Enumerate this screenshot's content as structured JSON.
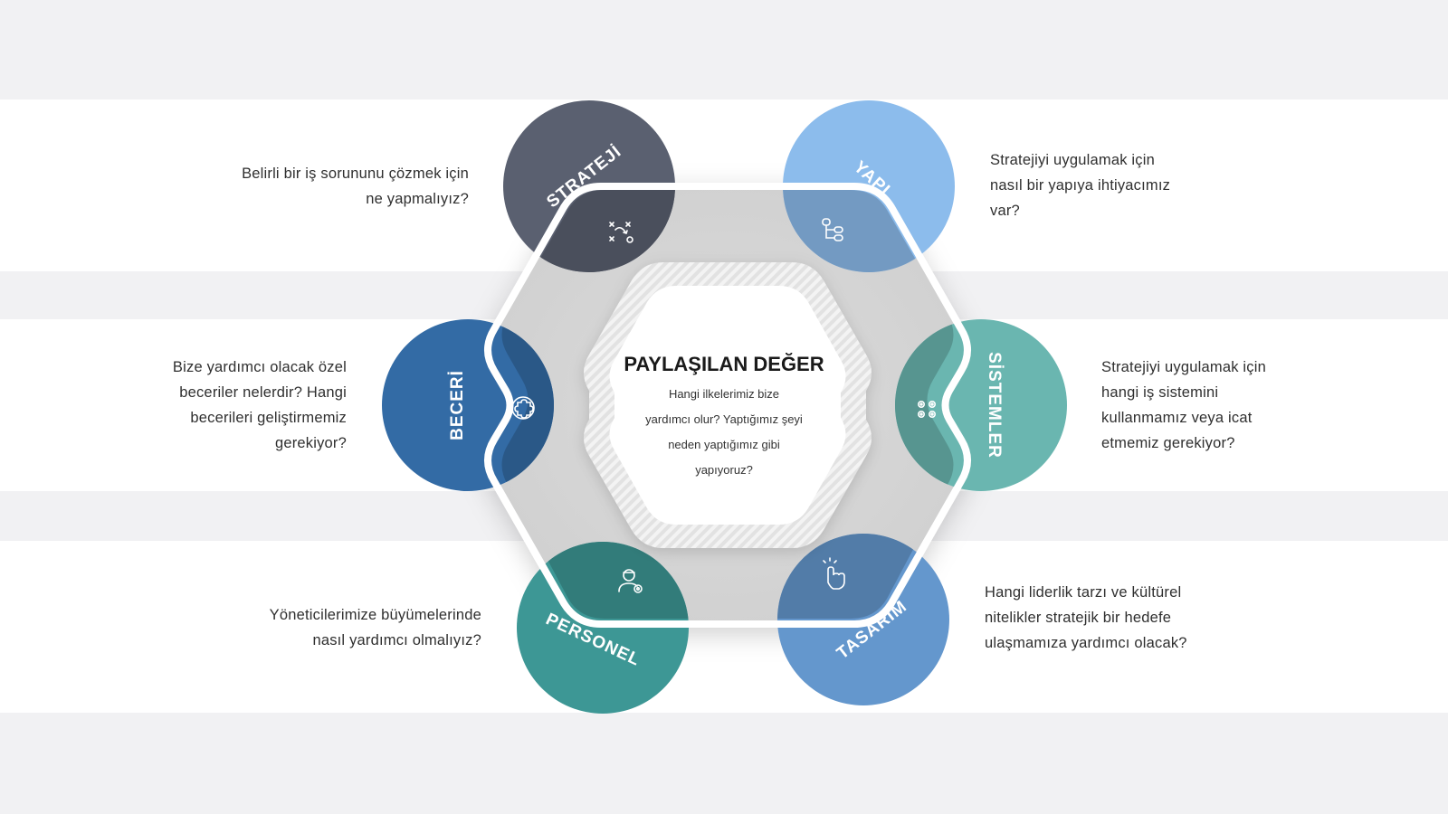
{
  "center": {
    "title": "PAYLAŞILAN DEĞER",
    "lines": [
      "Hangi ilkelerimiz bize",
      "yardımcı olur? Yaptığımız şeyi",
      "neden yaptığımız gibi",
      "yapıyoruz?"
    ]
  },
  "segments": [
    {
      "id": "strateji",
      "label": "STRATEJİ",
      "icon": "strategy-icon",
      "color": "#5a6070",
      "description": [
        "Belirli bir iş sorununu çözmek için",
        "ne yapmalıyız?"
      ]
    },
    {
      "id": "yapi",
      "label": "YAPI",
      "icon": "structure-icon",
      "color": "#8cbcec",
      "description": [
        "Stratejiyi uygulamak için",
        "nasıl bir yapıya ihtiyacımız",
        "var?"
      ]
    },
    {
      "id": "sistemler",
      "label": "SİSTEMLER",
      "icon": "gears-icon",
      "color": "#6ab6b0",
      "description": [
        "Stratejiyi uygulamak için",
        "hangi iş sistemini",
        "kullanmamız veya icat",
        "etmemiz gerekiyor?"
      ]
    },
    {
      "id": "tasarim",
      "label": "TASARIM",
      "icon": "hand-pointer-icon",
      "color": "#6497cd",
      "description": [
        "Hangi liderlik tarzı ve kültürel",
        "nitelikler stratejik bir hedefe",
        "ulaşmamıza yardımcı olacak?"
      ]
    },
    {
      "id": "personel",
      "label": "PERSONEL",
      "icon": "staff-icon",
      "color": "#3d9795",
      "description": [
        "Yöneticilerimize büyümelerinde",
        "nasıl yardımcı olmalıyız?"
      ]
    },
    {
      "id": "beceri",
      "label": "BECERİ",
      "icon": "puzzle-head-icon",
      "color": "#336ba5",
      "description": [
        "Bize yardımcı olacak özel",
        "beceriler nelerdir? Hangi",
        "becerileri geliştirmemiz",
        "gerekiyor?"
      ]
    }
  ]
}
